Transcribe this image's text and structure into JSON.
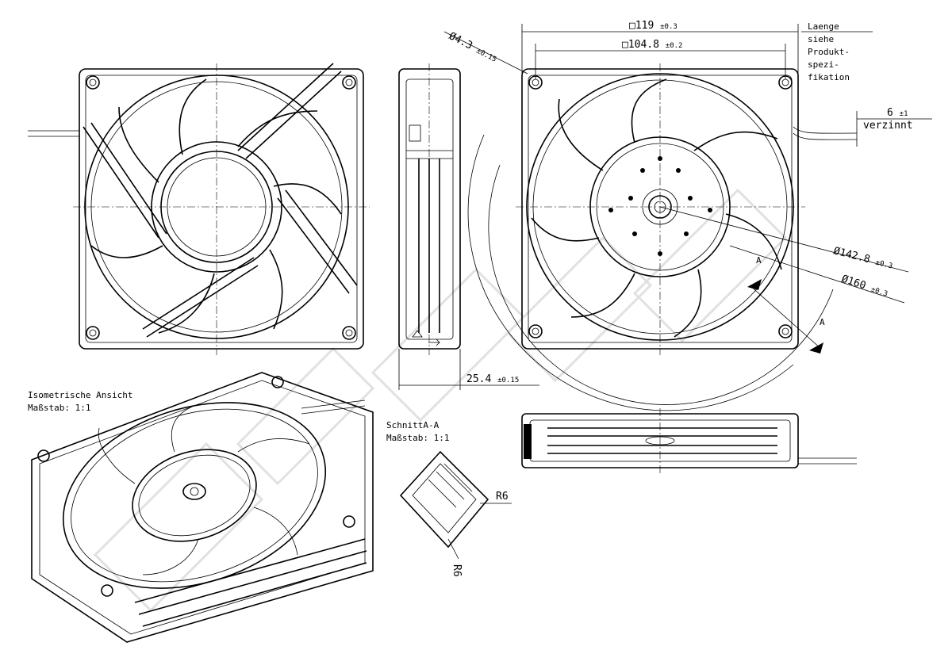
{
  "dimensions": {
    "frame_size": {
      "value": "□119",
      "tolerance": "±0.3"
    },
    "hole_pitch": {
      "value": "□104.8",
      "tolerance": "±0.2"
    },
    "hole_diameter": {
      "value": "Ø4.3",
      "tolerance": "±0.15"
    },
    "blade_diameter": {
      "value": "Ø142.8",
      "tolerance": "±0.3"
    },
    "outer_diameter": {
      "value": "Ø160",
      "tolerance": "±0.3"
    },
    "depth": {
      "value": "25.4",
      "tolerance": "±0.15"
    },
    "lead_strip": {
      "value": "6",
      "tolerance": "±1",
      "note": "verzinnt"
    }
  },
  "lead_length_note": [
    "Laenge",
    "siehe",
    "Produkt-",
    "spezi-",
    "fikation"
  ],
  "section_marks": [
    "A",
    "A"
  ],
  "iso_view": {
    "title": "Isometrische Ansicht",
    "scale": "Maßstab:  1:1"
  },
  "section_view": {
    "title": "SchnittA-A",
    "scale": "Maßstab:  1:1",
    "radius_1": "R6",
    "radius_2": "R6"
  },
  "watermark_icon": "diagonal-watermark-icon"
}
